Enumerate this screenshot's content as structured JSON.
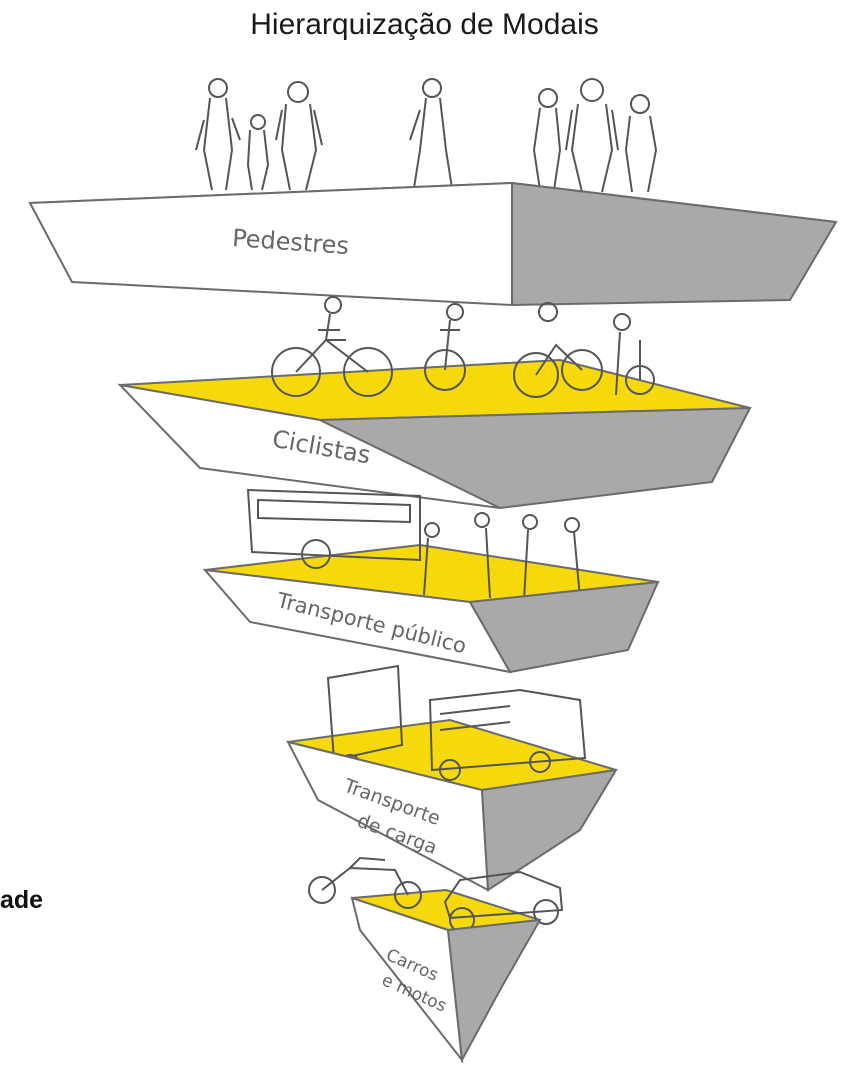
{
  "title": "Hierarquização de Modais",
  "side_label": "ade",
  "colors": {
    "accent_yellow": "#f5d90a",
    "face_white": "#ffffff",
    "face_gray": "#a9a9a9",
    "outline": "#6b6b6b"
  },
  "levels": [
    {
      "label": "Pedestres",
      "illustration": "pedestrians-icon"
    },
    {
      "label": "Ciclistas",
      "illustration": "bicycles-icon"
    },
    {
      "label": "Transporte público",
      "illustration": "bus-icon"
    },
    {
      "label": "Transporte de carga",
      "lines": [
        "Transporte",
        "de carga"
      ],
      "illustration": "trucks-icon"
    },
    {
      "label": "Carros e motos",
      "lines": [
        "Carros",
        "e motos"
      ],
      "illustration": "car-motorcycle-icon"
    }
  ]
}
